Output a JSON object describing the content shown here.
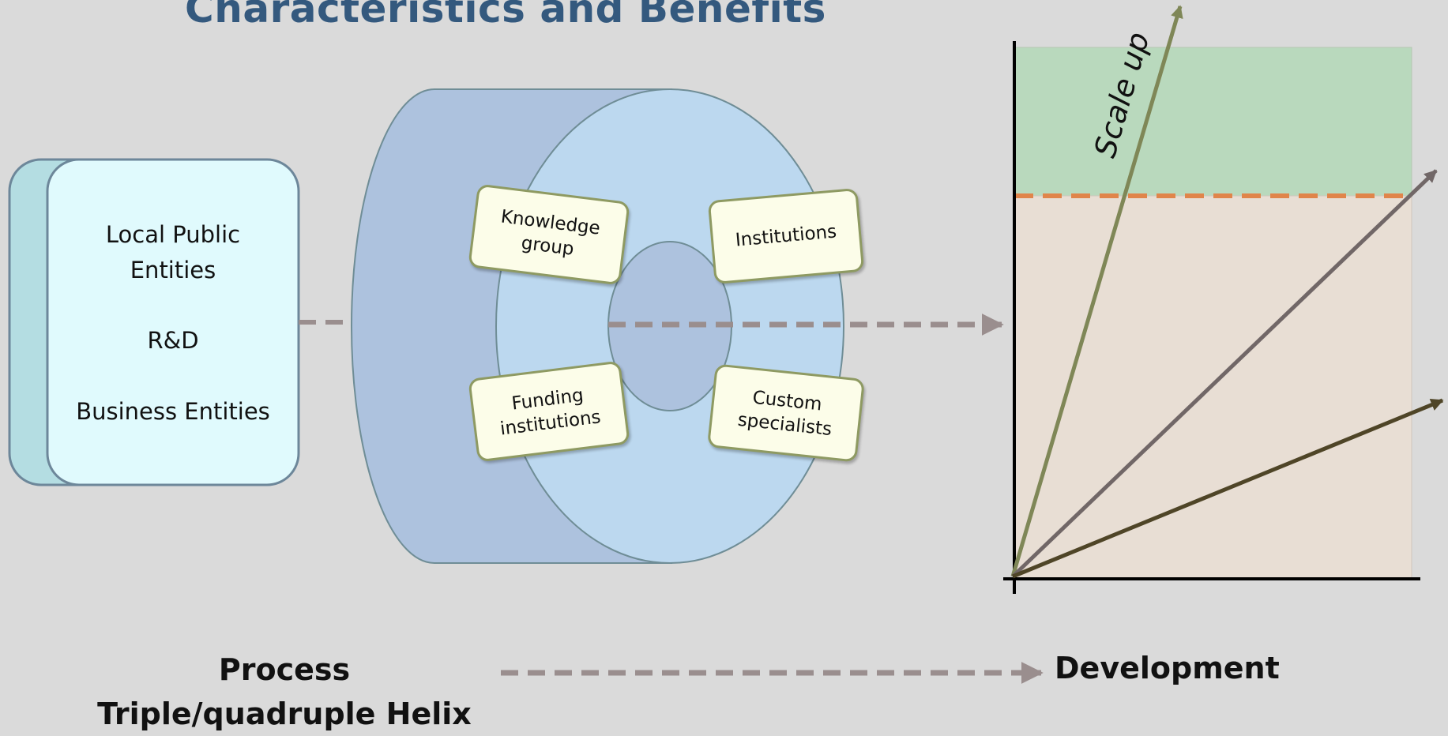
{
  "title": "Characteristics and Benefits",
  "stakeholders": {
    "line1": "Local Public",
    "line2": "Entities",
    "line3": "R&D",
    "line4": "Business Entities"
  },
  "cards": {
    "knowledge": "Knowledge group",
    "institutions": "Institutions",
    "funding": "Funding institutions",
    "custom": "Custom specialists"
  },
  "graph": {
    "scale_label": "Scale up"
  },
  "bottom": {
    "left_label": "Process Triple/quadruple Helix",
    "right_label": "Development"
  },
  "colors": {
    "title": "#34597e",
    "green_zone": "#b9d9bd",
    "orange_dash": "#e0854a",
    "arrow_grey": "#9a8e8e"
  }
}
